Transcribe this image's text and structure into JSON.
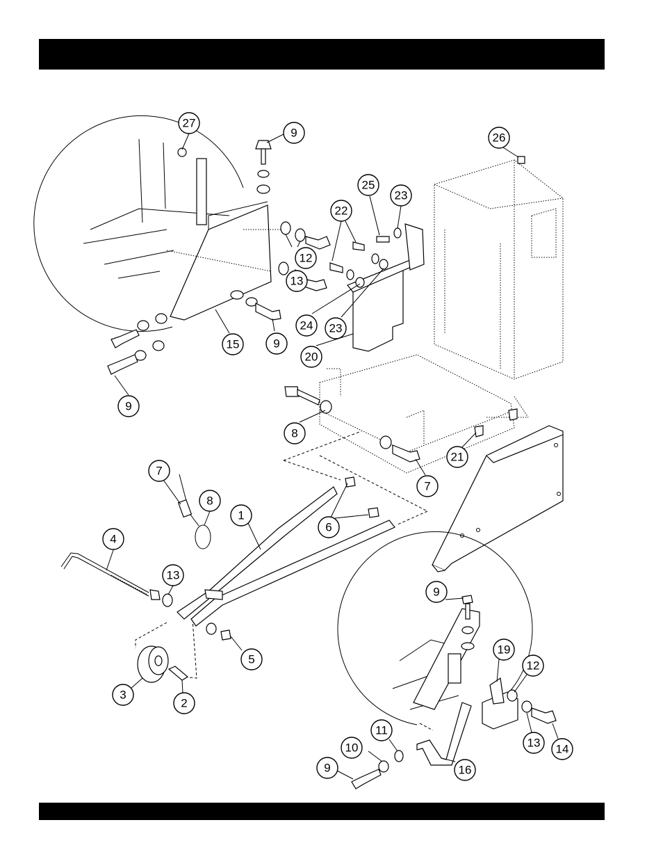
{
  "header": {
    "bar_color": "#000000"
  },
  "footer": {
    "bar_color": "#000000"
  },
  "callouts": {
    "c1": "1",
    "c2": "2",
    "c3": "3",
    "c4": "4",
    "c5": "5",
    "c6": "6",
    "c7a": "7",
    "c7b": "7",
    "c8a": "8",
    "c8b": "8",
    "c9a": "9",
    "c9b": "9",
    "c9c": "9",
    "c9d": "9",
    "c9e": "9",
    "c10": "10",
    "c11": "11",
    "c12a": "12",
    "c12b": "12",
    "c13a": "13",
    "c13b": "13",
    "c13c": "13",
    "c14": "14",
    "c15": "15",
    "c16": "16",
    "c19": "19",
    "c20": "20",
    "c21": "21",
    "c22": "22",
    "c23a": "23",
    "c23b": "23",
    "c24": "24",
    "c25": "25",
    "c26": "26",
    "c27": "27"
  }
}
